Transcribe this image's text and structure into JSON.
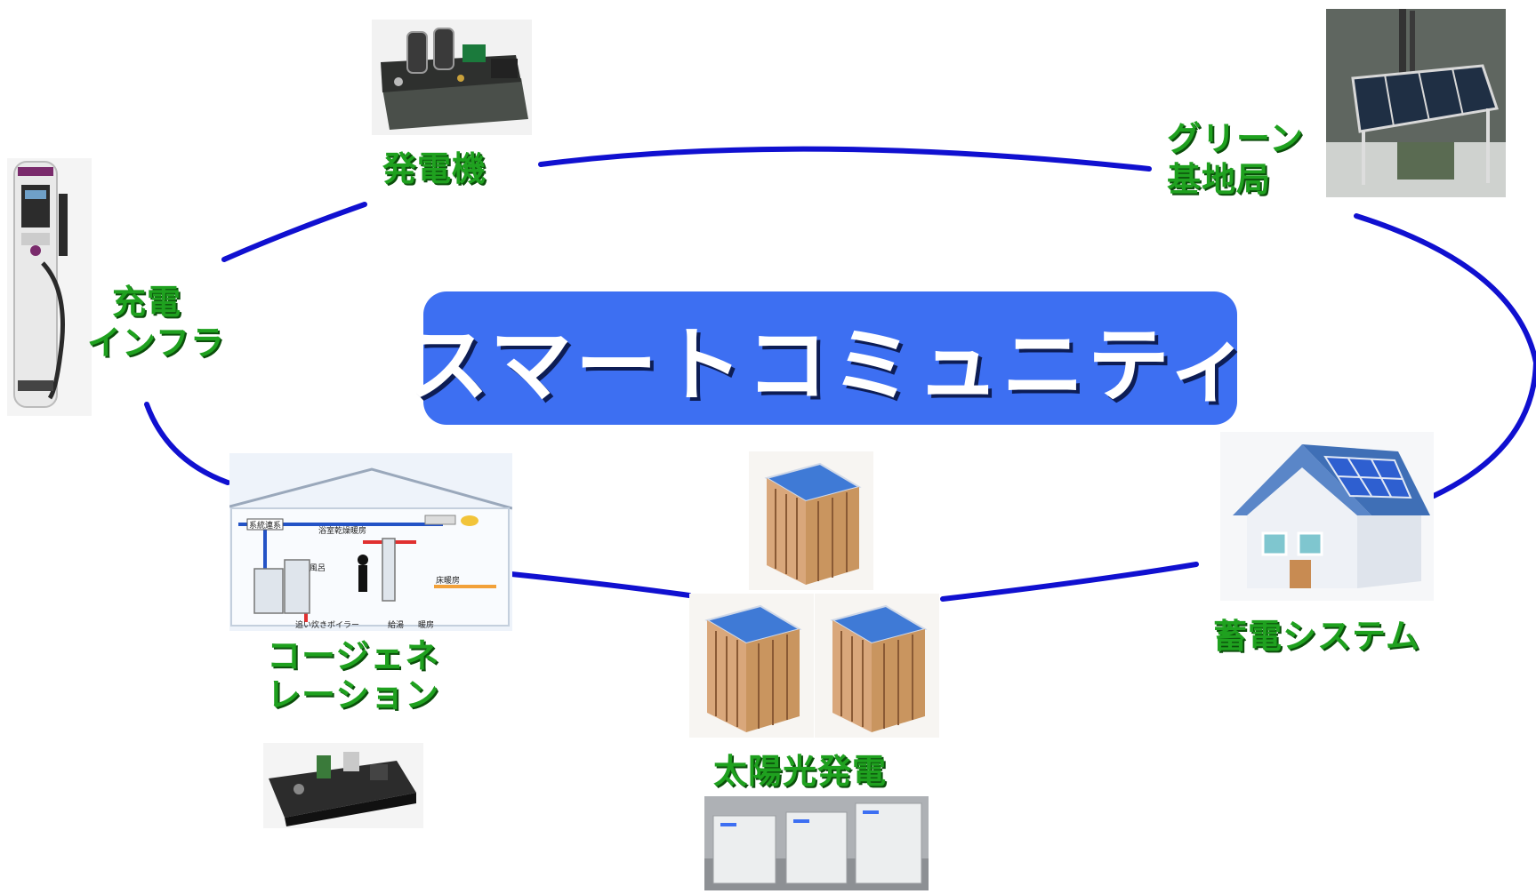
{
  "title": "スマートコミュニティ",
  "nodes": {
    "generator": "発電機",
    "green_base_1": "グリーン",
    "green_base_2": "基地局",
    "charging_1": "充電",
    "charging_2": "インフラ",
    "cogeneration_1": "コージェネ",
    "cogeneration_2": "レーション",
    "solar": "太陽光発電",
    "storage": "蓄電システム"
  },
  "cogen_diagram_labels": {
    "grid": "系統連系",
    "bath": "浴室乾燥暖房",
    "kitchen": "風呂",
    "floor": "床暖房",
    "boiler": "追い炊きボイラー",
    "supply": "給湯",
    "heating": "暖房"
  },
  "colors": {
    "ring": "#1010d0",
    "title_bg": "#3d6ff2",
    "label_green": "#1fa11f"
  }
}
